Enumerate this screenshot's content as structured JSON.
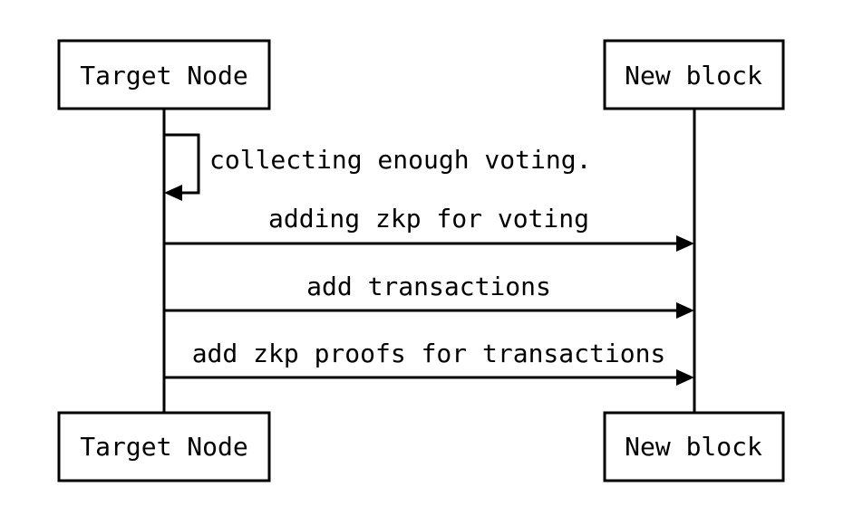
{
  "participants": [
    {
      "id": "target",
      "label": "Target Node"
    },
    {
      "id": "block",
      "label": "New block"
    }
  ],
  "messages": [
    {
      "from": "target",
      "to": "target",
      "label": "collecting enough voting."
    },
    {
      "from": "target",
      "to": "block",
      "label": "adding zkp for voting"
    },
    {
      "from": "target",
      "to": "block",
      "label": "add transactions"
    },
    {
      "from": "target",
      "to": "block",
      "label": "add zkp proofs for transactions"
    }
  ],
  "colors": {
    "stroke": "#000000",
    "background": "#ffffff"
  }
}
